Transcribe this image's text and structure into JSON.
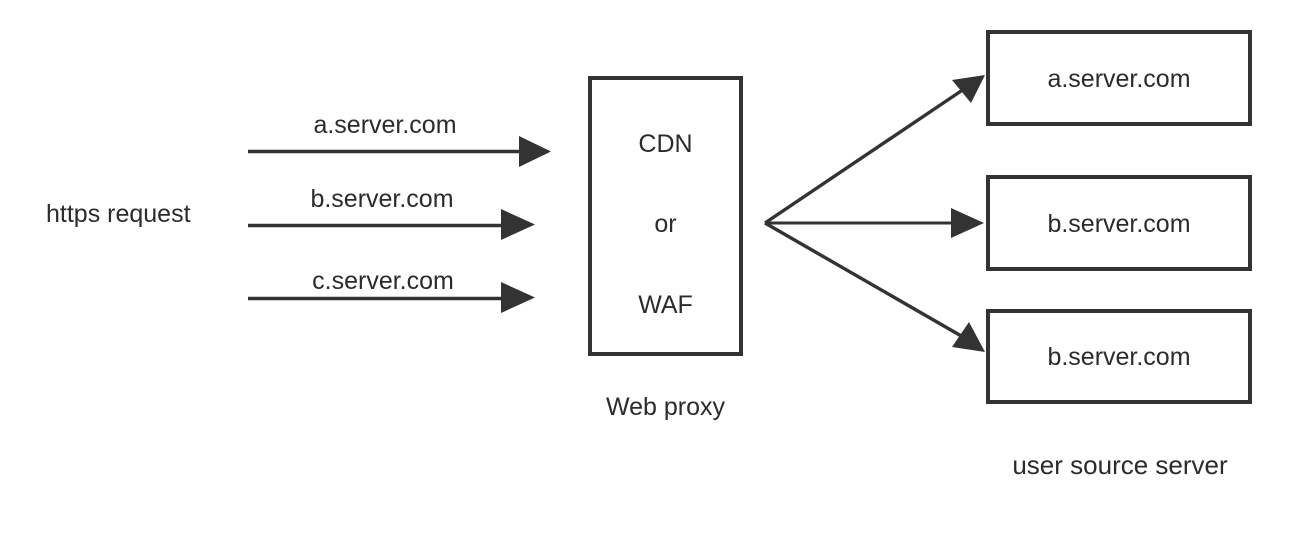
{
  "diagram": {
    "title": "https request flow through web proxy to user source servers",
    "colors": {
      "stroke": "#333333",
      "text": "#2b2b2b",
      "background": "#ffffff",
      "box_fill": "#ffffff"
    },
    "source": {
      "label": "https request"
    },
    "request_arrows": [
      {
        "label": "a.server.com"
      },
      {
        "label": "b.server.com"
      },
      {
        "label": "c.server.com"
      }
    ],
    "proxy": {
      "lines": [
        "CDN",
        "or",
        "WAF"
      ],
      "caption": "Web proxy"
    },
    "origin_servers": {
      "boxes": [
        {
          "label": "a.server.com"
        },
        {
          "label": "b.server.com"
        },
        {
          "label": "b.server.com"
        }
      ],
      "caption": "user source server"
    }
  }
}
